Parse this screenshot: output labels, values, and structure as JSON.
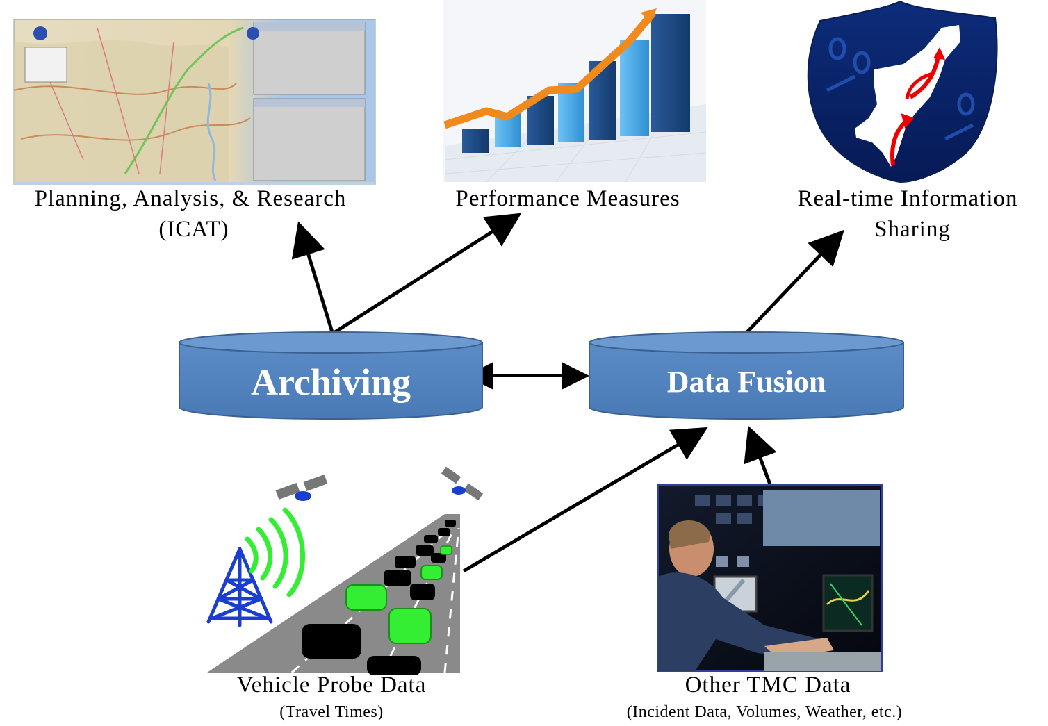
{
  "nodes": {
    "archiving": {
      "label": "Archiving"
    },
    "data_fusion": {
      "label": "Data Fusion"
    }
  },
  "outputs": {
    "planning": {
      "line1": "Planning, Analysis, & Research",
      "line2": "(ICAT)"
    },
    "performance": {
      "line1": "Performance Measures"
    },
    "realtime": {
      "line1": "Real-time Information",
      "line2": "Sharing"
    }
  },
  "inputs": {
    "probe": {
      "line1": "Vehicle Probe Data",
      "line2": "(Travel Times)"
    },
    "tmc": {
      "line1": "Other TMC Data",
      "line2": "(Incident Data, Volumes, Weather, etc.)"
    }
  },
  "colors": {
    "cylinder_fill": "#4f81bd",
    "cylinder_stroke": "#3a6192",
    "arrow": "#000000",
    "probe_green": "#33ee33",
    "tower_blue": "#1a3fcf"
  },
  "icons": {
    "map": "map-screenshot-icon",
    "chart": "growth-bar-chart-icon",
    "shield": "east-coast-shield-icon",
    "tower": "radio-tower-icon",
    "satellite": "satellite-icon",
    "operator": "tmc-operator-photo-icon"
  }
}
